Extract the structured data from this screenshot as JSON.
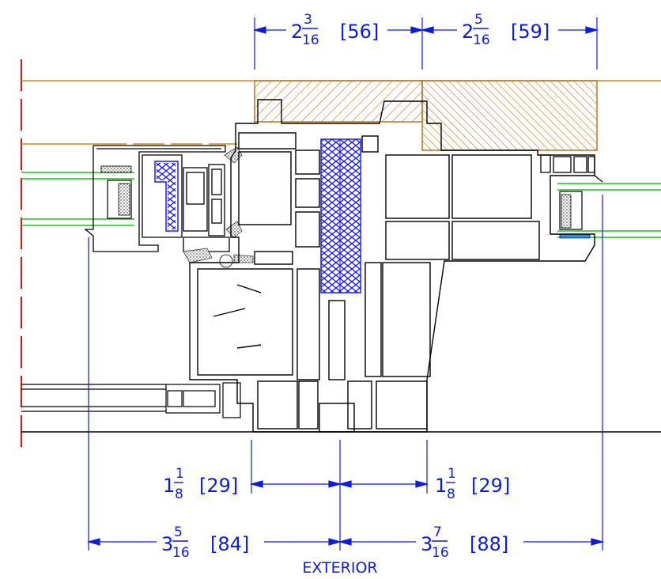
{
  "colors": {
    "dimension": "#0b1be0",
    "profile_line": "#000000",
    "wood_line": "#b7791f",
    "wall_line": "#c8891a",
    "glass": "#19c219",
    "center_line": "#e01010",
    "reinforcement": "#1a1aff",
    "gasket": "#555555"
  },
  "dimensions": {
    "top_left": {
      "whole": "2",
      "num": "3",
      "den": "16",
      "metric": "[56]"
    },
    "top_right": {
      "whole": "2",
      "num": "5",
      "den": "16",
      "metric": "[59]"
    },
    "mid_left": {
      "whole": "1",
      "num": "1",
      "den": "8",
      "metric": "[29]"
    },
    "mid_right": {
      "whole": "1",
      "num": "1",
      "den": "8",
      "metric": "[29]"
    },
    "bottom_left": {
      "whole": "3",
      "num": "5",
      "den": "16",
      "metric": "[84]"
    },
    "bottom_right": {
      "whole": "3",
      "num": "7",
      "den": "16",
      "metric": "[88]"
    }
  },
  "labels": {
    "side": "EXTERIOR"
  },
  "icons": {
    "arrowhead": "dimension-arrow-icon"
  }
}
